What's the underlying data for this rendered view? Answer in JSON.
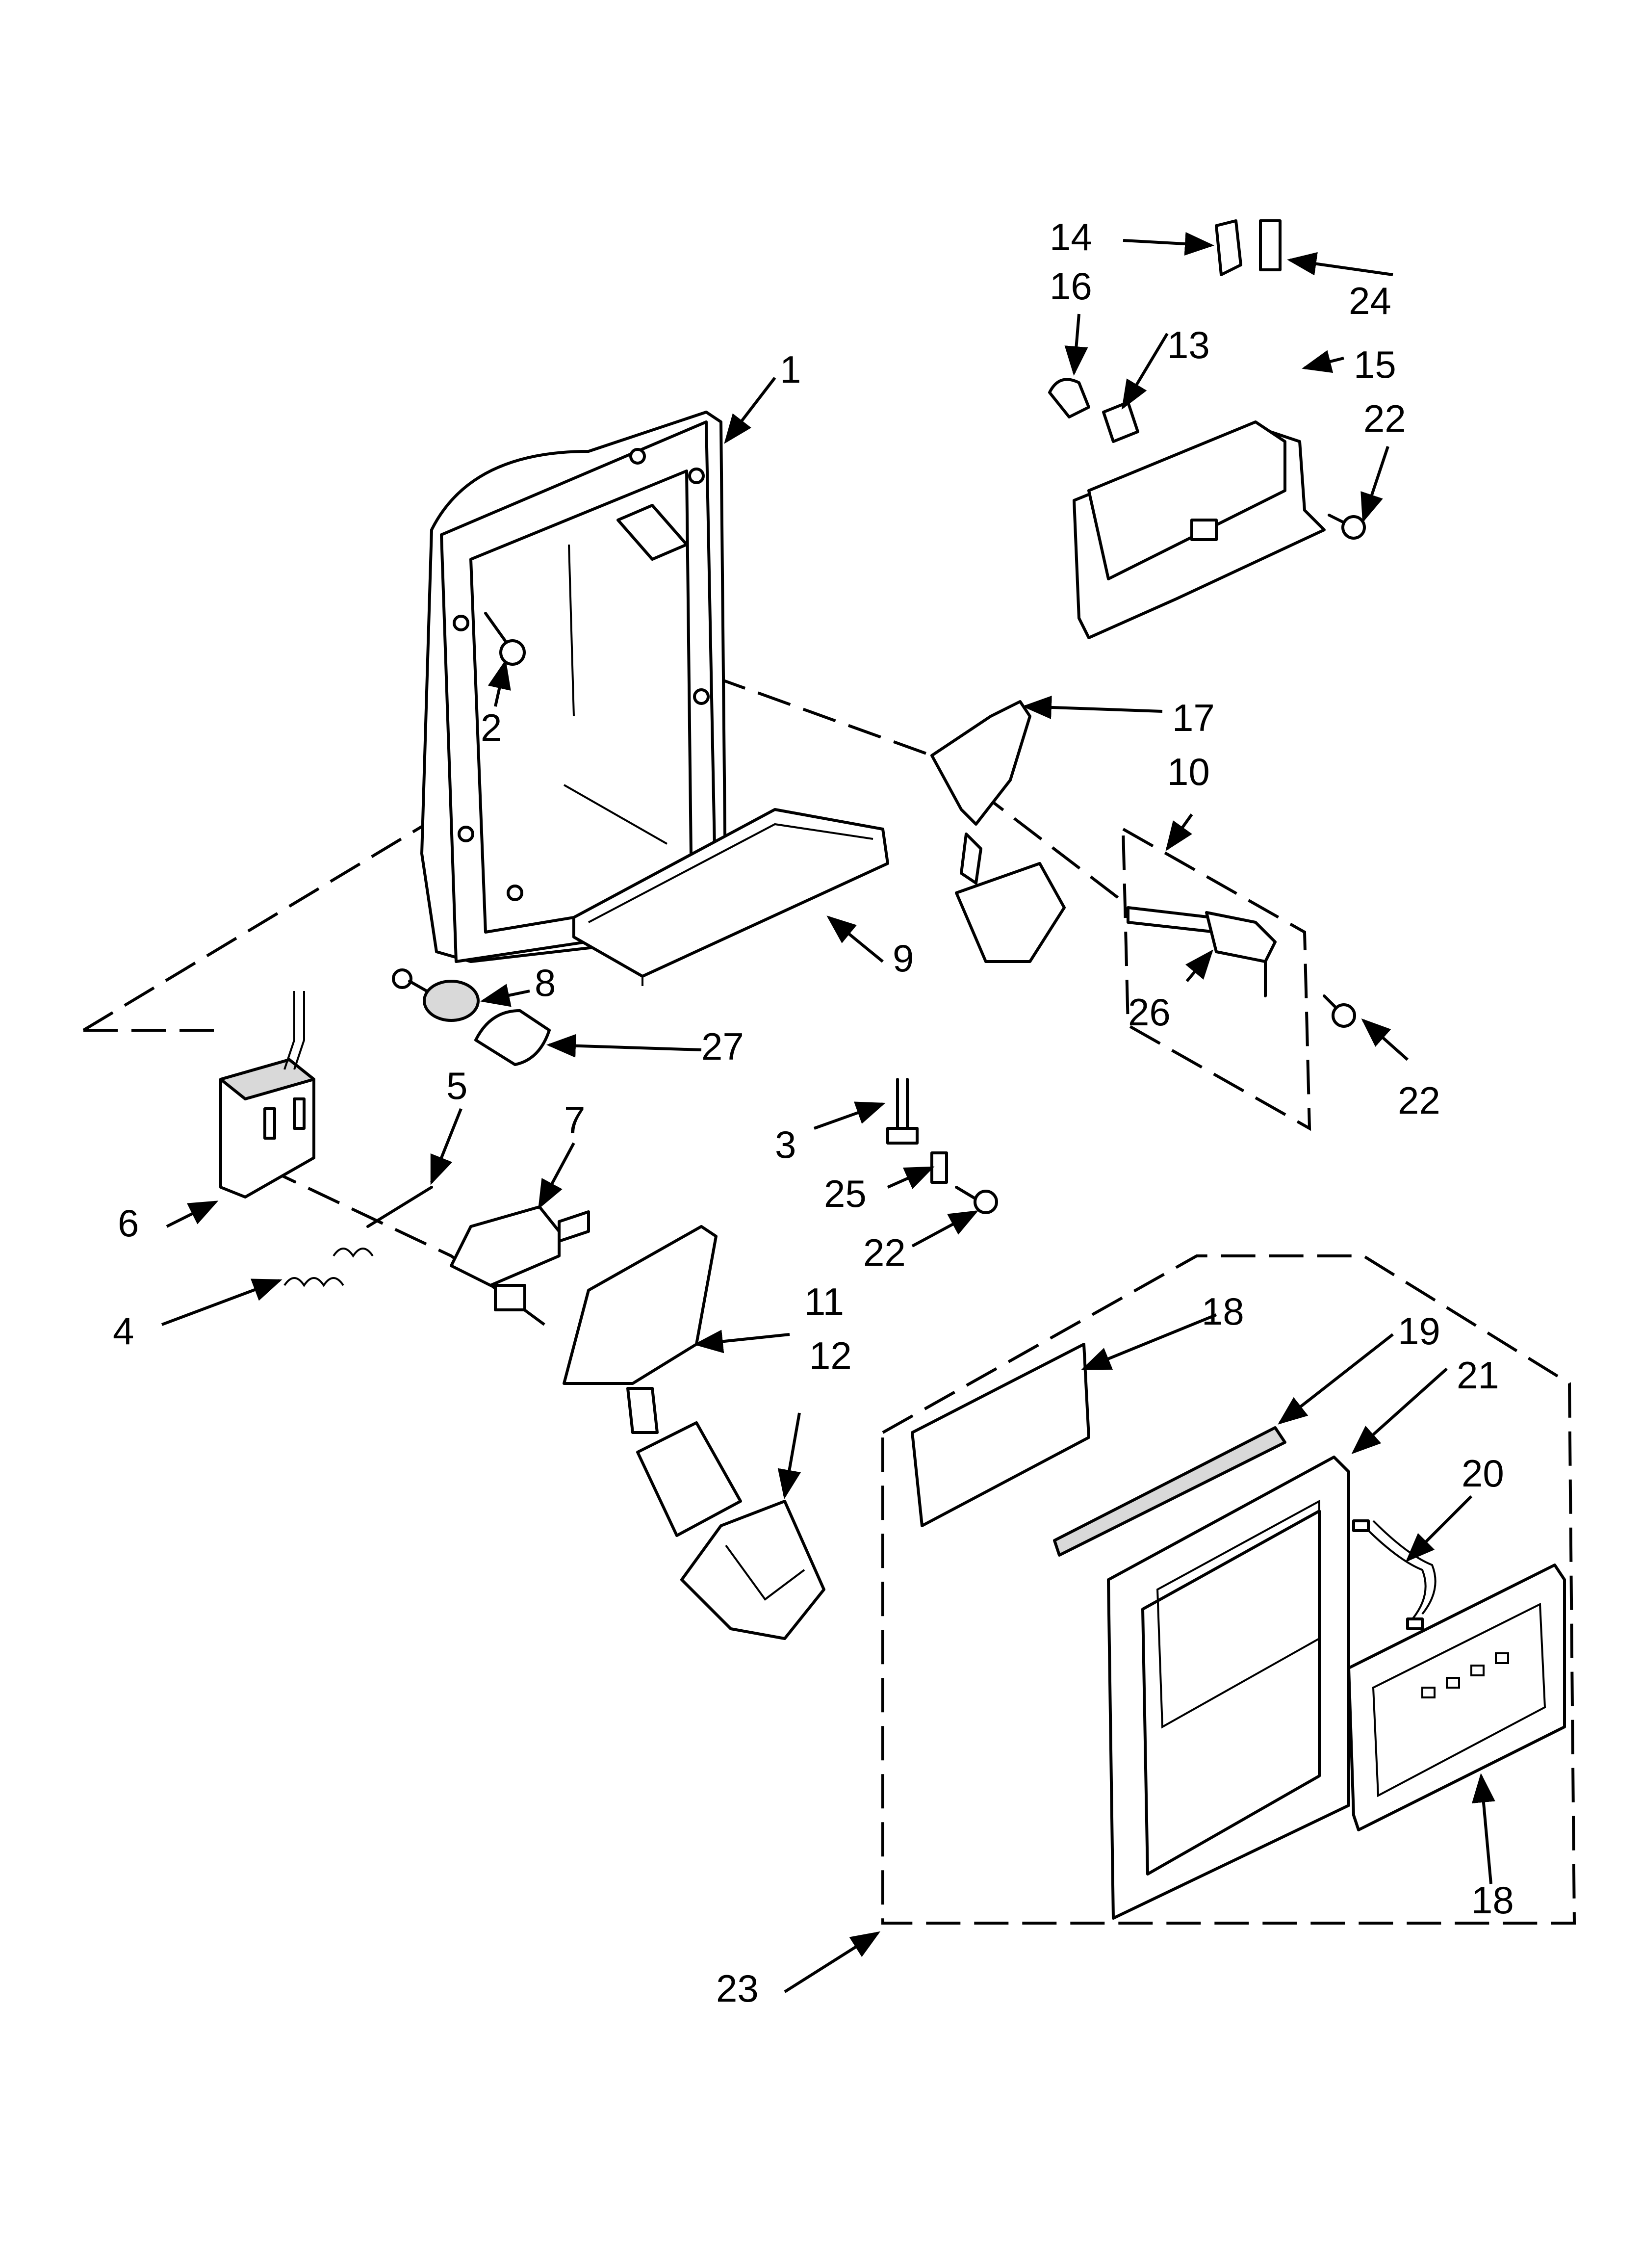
{
  "diagram": {
    "callouts": [
      {
        "id": "c1",
        "label": "1"
      },
      {
        "id": "c2",
        "label": "2"
      },
      {
        "id": "c3",
        "label": "3"
      },
      {
        "id": "c4",
        "label": "4"
      },
      {
        "id": "c5",
        "label": "5"
      },
      {
        "id": "c6",
        "label": "6"
      },
      {
        "id": "c7",
        "label": "7"
      },
      {
        "id": "c8",
        "label": "8"
      },
      {
        "id": "c9",
        "label": "9"
      },
      {
        "id": "c10",
        "label": "10"
      },
      {
        "id": "c11",
        "label": "11"
      },
      {
        "id": "c12",
        "label": "12"
      },
      {
        "id": "c13",
        "label": "13"
      },
      {
        "id": "c14",
        "label": "14"
      },
      {
        "id": "c15",
        "label": "15"
      },
      {
        "id": "c16",
        "label": "16"
      },
      {
        "id": "c17",
        "label": "17"
      },
      {
        "id": "c18a",
        "label": "18"
      },
      {
        "id": "c18b",
        "label": "18"
      },
      {
        "id": "c19",
        "label": "19"
      },
      {
        "id": "c20",
        "label": "20"
      },
      {
        "id": "c21",
        "label": "21"
      },
      {
        "id": "c22a",
        "label": "22"
      },
      {
        "id": "c22b",
        "label": "22"
      },
      {
        "id": "c22c",
        "label": "22"
      },
      {
        "id": "c23",
        "label": "23"
      },
      {
        "id": "c24",
        "label": "24"
      },
      {
        "id": "c25",
        "label": "25"
      },
      {
        "id": "c26",
        "label": "26"
      },
      {
        "id": "c27",
        "label": "27"
      }
    ]
  }
}
